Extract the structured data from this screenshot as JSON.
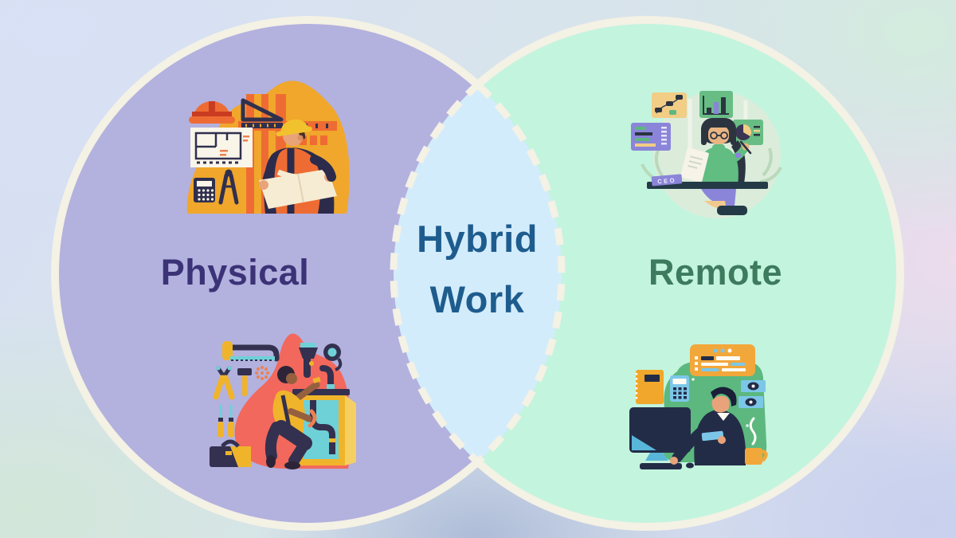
{
  "page": {
    "title": "Hybrid Work Venn Diagram"
  },
  "venn": {
    "left": {
      "label": "Physical",
      "fill": "#b3b1de",
      "label_color": "#3b3277"
    },
    "right": {
      "label": "Remote",
      "fill": "#c3f4de",
      "label_color": "#3d7a5e"
    },
    "overlap": {
      "label_line1": "Hybrid",
      "label_line2": "Work",
      "fill": "#d3ecfb",
      "label_color": "#1e5c8e"
    },
    "border_color": "#f4f1e5",
    "overlap_border_style": "dashed"
  },
  "illustrations": {
    "top_left": {
      "name": "construction-engineer-illustration",
      "description": "Construction engineer in hard hat and safety vest reading a blueprint, with hard-hat icon, set square, floor plan, calculator and drafting compass"
    },
    "bottom_left": {
      "name": "plumber-illustration",
      "description": "Plumber kneeling and repairing sink pipes, surrounded by saw, pliers, hammer, screwdrivers, toolbox and pipe wrench"
    },
    "top_right": {
      "name": "remote-ceo-illustration",
      "badge": "CEO",
      "description": "Woman with bob haircut and glasses at a desk with CEO nameplate, holding clipboard and pen, surrounded by floating chart cards"
    },
    "bottom_right": {
      "name": "remote-finance-worker-illustration",
      "description": "Man in dark suit working at a computer monitor with spiral notebook, calculator, money bills, browser window and coffee mug"
    }
  }
}
